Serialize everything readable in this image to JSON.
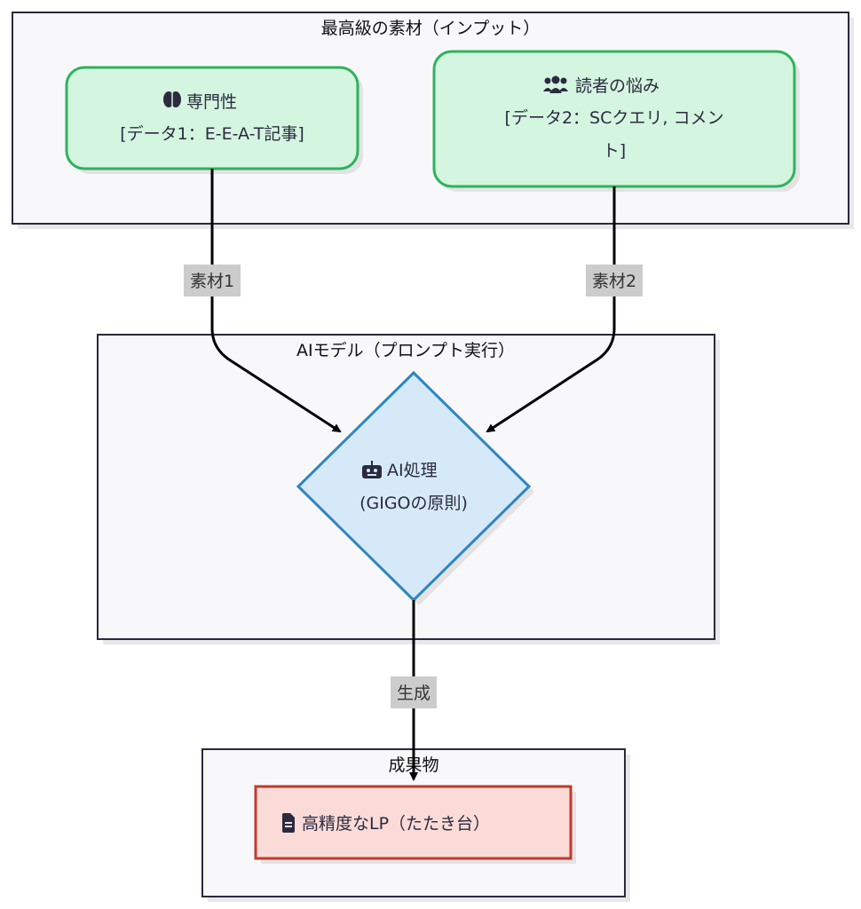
{
  "colors": {
    "subgraph_fill": "#f8f8fb",
    "subgraph_stroke": "#2a2a3c",
    "input_fill": "#d4f5e0",
    "input_stroke": "#2fb35c",
    "process_fill": "#d6e9f8",
    "process_stroke": "#2e86c1",
    "output_fill": "#fadbd8",
    "output_stroke": "#c0392b",
    "edge_label_bg": "#cccccc"
  },
  "subgraphs": {
    "input": {
      "title": "最高級の素材（インプット）"
    },
    "model": {
      "title": "AIモデル（プロンプト実行）"
    },
    "output": {
      "title": "成果物"
    }
  },
  "nodes": {
    "expertise": {
      "icon": "brain-icon",
      "line1": "専門性",
      "line2": "[データ1：E-E-A-T記事]"
    },
    "reader": {
      "icon": "users-icon",
      "line1": "読者の悩み",
      "line2": "[データ2：SCクエリ, コメン",
      "line3": "ト]"
    },
    "ai": {
      "icon": "robot-icon",
      "line1": "AI処理",
      "line2": "(GIGOの原則)"
    },
    "lp": {
      "icon": "file-icon",
      "line1": "高精度なLP（たたき台）"
    }
  },
  "edges": [
    {
      "from": "expertise",
      "to": "ai",
      "label": "素材1"
    },
    {
      "from": "reader",
      "to": "ai",
      "label": "素材2"
    },
    {
      "from": "ai",
      "to": "lp",
      "label": "生成"
    }
  ]
}
